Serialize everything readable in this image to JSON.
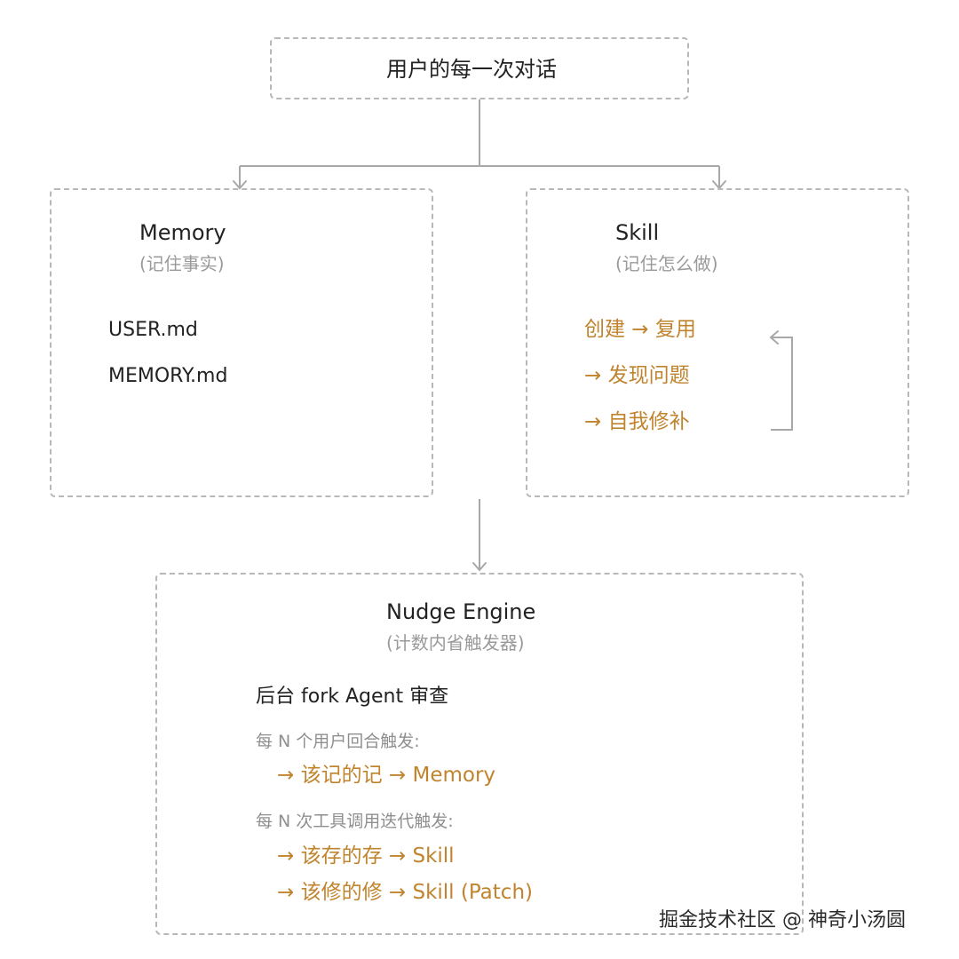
{
  "root": {
    "title": "用户的每一次对话"
  },
  "memory": {
    "title": "Memory",
    "subtitle": "(记住事实)",
    "files": [
      "USER.md",
      "MEMORY.md"
    ]
  },
  "skill": {
    "title": "Skill",
    "subtitle": "(记住怎么做)",
    "cycle": [
      "创建 → 复用",
      "→ 发现问题",
      "→ 自我修补"
    ]
  },
  "nudge": {
    "title": "Nudge Engine",
    "subtitle": "(计数内省触发器)",
    "headline": "后台 fork Agent 审查",
    "rule1": "每 N 个用户回合触发:",
    "rule1_action": "→ 该记的记 → Memory",
    "rule2": "每 N 次工具调用迭代触发:",
    "rule2_action1": "→ 该存的存 → Skill",
    "rule2_action2": "→ 该修的修 → Skill (Patch)"
  },
  "watermark": "掘金技术社区 @ 神奇小汤圆",
  "colors": {
    "accent": "#c0842e",
    "border": "#b8b8b8",
    "connector": "#a8a8a8",
    "muted_text": "#9a9a9a"
  }
}
